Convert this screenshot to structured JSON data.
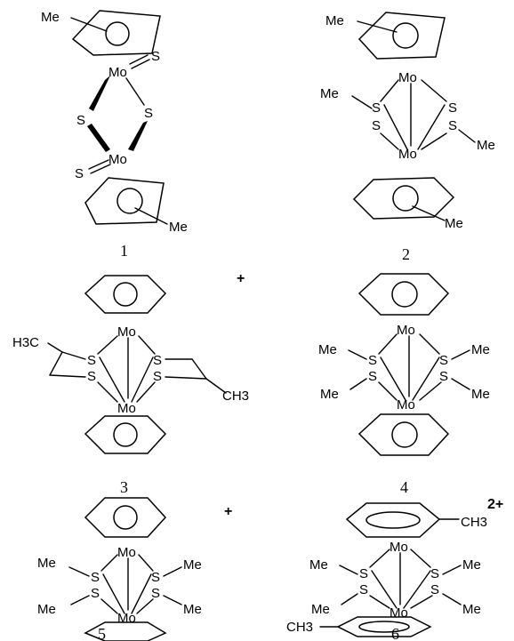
{
  "atoms": {
    "mo": "Mo",
    "s": "S",
    "me": "Me",
    "h3c": "H3C",
    "ch3": "CH3"
  },
  "compounds": [
    {
      "number": "1",
      "charge": ""
    },
    {
      "number": "2",
      "charge": ""
    },
    {
      "number": "3",
      "charge": "+"
    },
    {
      "number": "4",
      "charge": ""
    },
    {
      "number": "5",
      "charge": "+"
    },
    {
      "number": "6",
      "charge": "2+"
    }
  ]
}
